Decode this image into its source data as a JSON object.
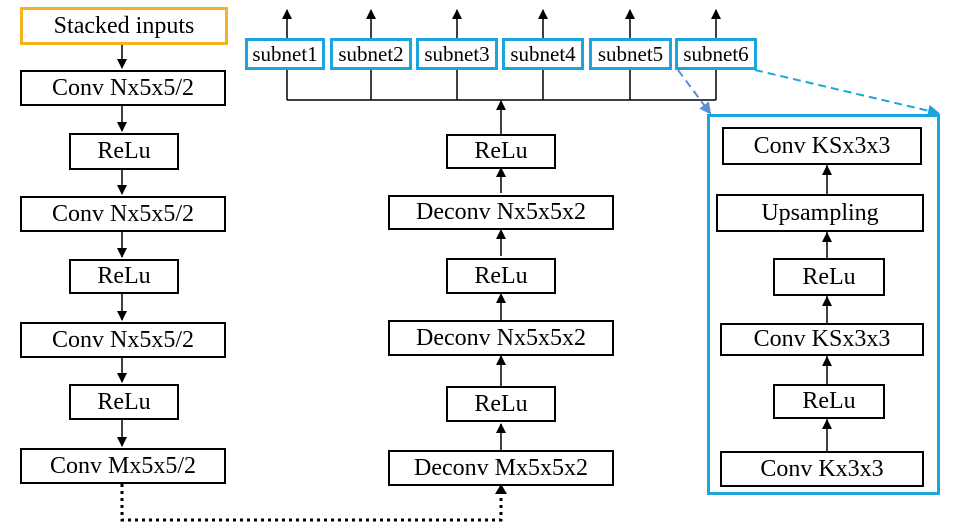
{
  "input_label": "Stacked inputs",
  "encoder": [
    "Conv Nx5x5/2",
    "ReLu",
    "Conv Nx5x5/2",
    "ReLu",
    "Conv Nx5x5/2",
    "ReLu",
    "Conv Mx5x5/2"
  ],
  "decoder": [
    "ReLu",
    "Deconv Nx5x5x2",
    "ReLu",
    "Deconv Nx5x5x2",
    "ReLu",
    "Deconv Mx5x5x2"
  ],
  "subnets": [
    "subnet1",
    "subnet2",
    "subnet3",
    "subnet4",
    "subnet5",
    "subnet6"
  ],
  "subnet_detail": [
    "Conv KSx3x3",
    "Upsampling",
    "ReLu",
    "Conv KSx3x3",
    "ReLu",
    "Conv Kx3x3"
  ],
  "colors": {
    "subnet_border": "#1aa6dc",
    "input_border": "#f2b31e",
    "connector": "#5b8fd6"
  }
}
